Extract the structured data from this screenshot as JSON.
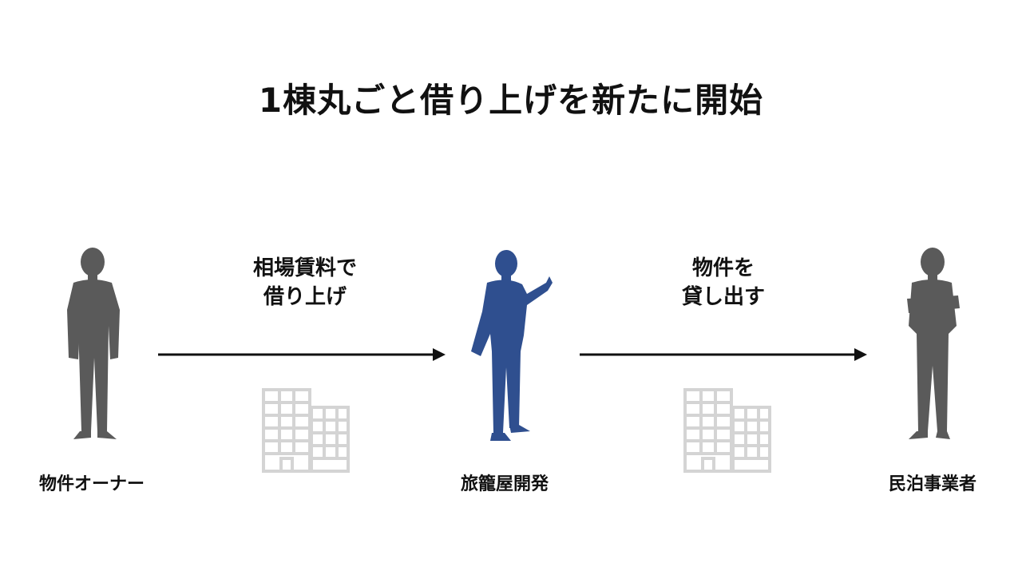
{
  "title": "1棟丸ごと借り上げを新たに開始",
  "actors": [
    {
      "label": "物件オーナー",
      "color": "#5a5a5a",
      "icon": "person-silhouette-icon"
    },
    {
      "label": "旅籠屋開発",
      "color": "#2f4f8f",
      "icon": "person-gesturing-silhouette-icon"
    },
    {
      "label": "民泊事業者",
      "color": "#5a5a5a",
      "icon": "person-arms-crossed-silhouette-icon"
    }
  ],
  "flows": [
    {
      "line1": "相場賃料で",
      "line2": "借り上げ",
      "icon": "building-icon"
    },
    {
      "line1": "物件を",
      "line2": "貸し出す",
      "icon": "building-icon"
    }
  ],
  "colors": {
    "text": "#111111",
    "arrow": "#111111",
    "building": "#d4d4d4",
    "owner": "#5a5a5a",
    "company": "#2f4f8f",
    "operator": "#5a5a5a"
  }
}
